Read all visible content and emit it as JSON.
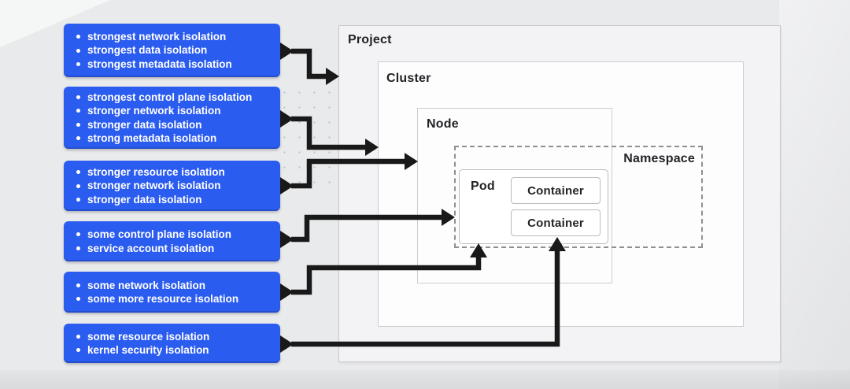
{
  "diagram": {
    "type": "kubernetes-isolation-levels",
    "colors": {
      "accent_blue": "#2b5cf0",
      "arrow_black": "#191919",
      "canvas_bg": "#e9eaec"
    }
  },
  "isolation_boxes": [
    {
      "connects_to": "Project",
      "items": [
        "strongest network isolation",
        "strongest data isolation",
        "strongest metadata isolation"
      ]
    },
    {
      "connects_to": "Cluster",
      "items": [
        "strongest control plane isolation",
        "stronger network isolation",
        "stronger data isolation",
        "strong metadata isolation"
      ]
    },
    {
      "connects_to": "Node",
      "items": [
        "stronger resource isolation",
        "stronger network isolation",
        "stronger data isolation"
      ]
    },
    {
      "connects_to": "Namespace",
      "items": [
        "some control plane isolation",
        "service account isolation"
      ]
    },
    {
      "connects_to": "Pod",
      "items": [
        "some network isolation",
        "some more resource isolation"
      ]
    },
    {
      "connects_to": "Container",
      "items": [
        "some resource isolation",
        "kernel security isolation"
      ]
    }
  ],
  "hierarchy": {
    "project_label": "Project",
    "cluster_label": "Cluster",
    "node_label": "Node",
    "namespace_label": "Namespace",
    "pod_label": "Pod",
    "container1_label": "Container",
    "container2_label": "Container"
  },
  "connections": [
    {
      "from": "isolation-box-1",
      "to": "Project",
      "enters": "left-border"
    },
    {
      "from": "isolation-box-2",
      "to": "Cluster",
      "enters": "left-border"
    },
    {
      "from": "isolation-box-3",
      "to": "Node",
      "enters": "left-border"
    },
    {
      "from": "isolation-box-4",
      "to": "Namespace",
      "enters": "left-border"
    },
    {
      "from": "isolation-box-5",
      "to": "Pod",
      "enters": "bottom-border"
    },
    {
      "from": "isolation-box-6",
      "to": "Container",
      "enters": "bottom-border"
    }
  ]
}
